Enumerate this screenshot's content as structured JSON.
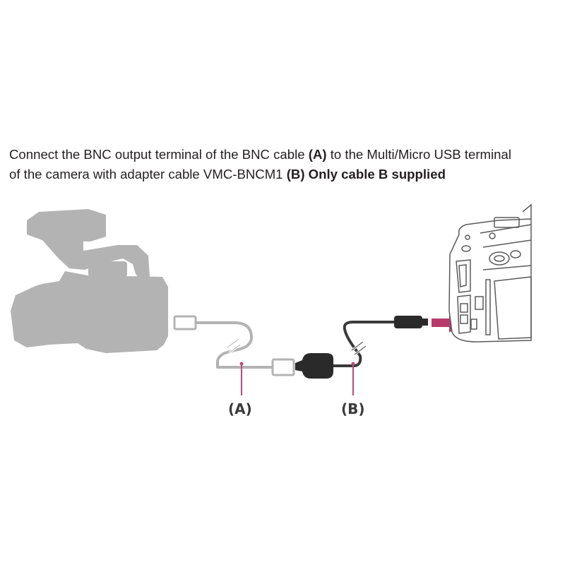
{
  "instruction": {
    "line1_part1": "Connect the BNC output terminal of the BNC cable ",
    "line1_bold": "(A)",
    "line1_part2": " to the Multi/Micro USB terminal",
    "line2_part1": "of the camera with adapter cable VMC-BNCM1 ",
    "line2_bold": "(B) Only cable B supplied"
  },
  "callouts": {
    "a_label": "(A)",
    "b_label": "(B)"
  },
  "colors": {
    "text": "#231f20",
    "camcorder_silhouette": "#b3b3b3",
    "cable_a": "#b3b3b3",
    "cable_b": "#3a3a3a",
    "adapter": "#2a2a2a",
    "leader_line": "#c0487a",
    "insert_arrow": "#b83a6a",
    "camera_outline": "#5a5a5a"
  },
  "icons": {
    "camcorder": "camcorder-silhouette-icon",
    "camera": "mirrorless-camera-icon",
    "arrow": "insert-arrow-icon"
  }
}
